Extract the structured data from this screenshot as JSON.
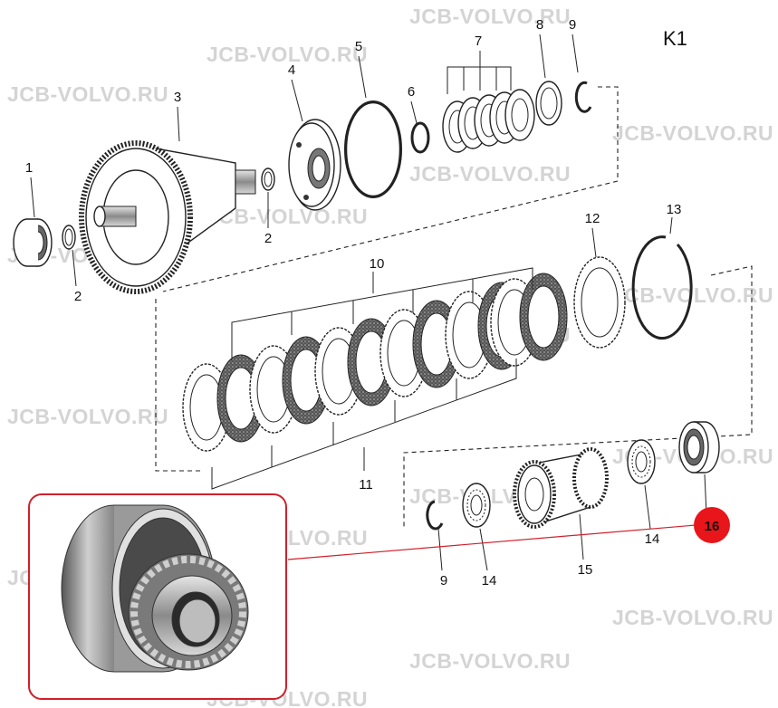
{
  "watermark": "JCB-VOLVO.RU",
  "title": "K1",
  "labels": [
    "1",
    "2",
    "3",
    "4",
    "5",
    "6",
    "7",
    "8",
    "9",
    "2",
    "10",
    "11",
    "12",
    "13",
    "9",
    "14",
    "15",
    "14"
  ],
  "callout": "16",
  "colors": {
    "callout": "#e8151b",
    "inset_border": "#d0202a",
    "leader": "#d0202a"
  }
}
